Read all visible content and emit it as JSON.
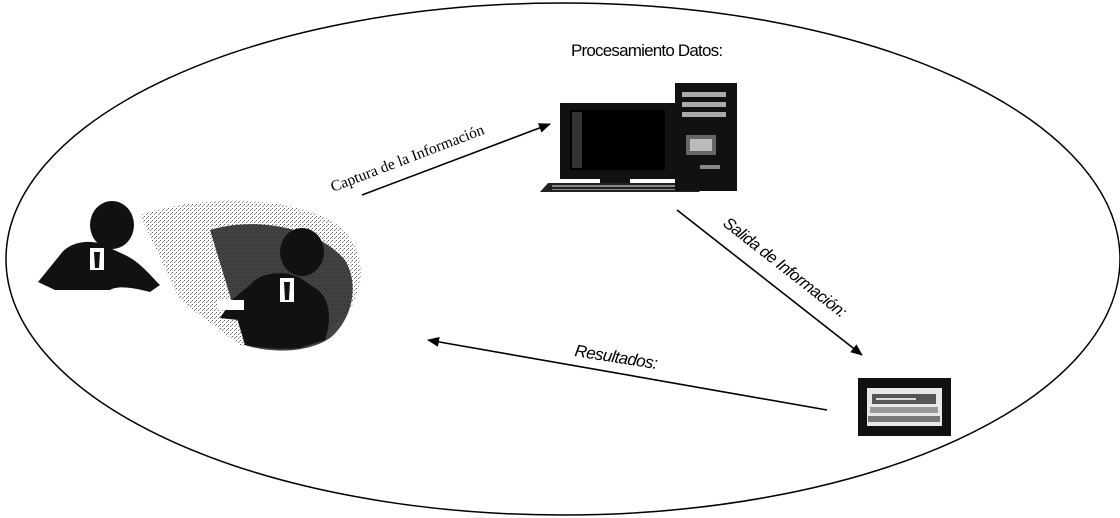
{
  "diagram": {
    "nodes": {
      "processing": {
        "label": "Procesamiento Datos:",
        "icon": "computer-icon"
      },
      "users": {
        "icon": "people-meeting-icon"
      },
      "printer": {
        "icon": "printer-icon"
      }
    },
    "edges": {
      "capture": {
        "label": "Captura de la Información"
      },
      "output": {
        "label": "Salida de Información:"
      },
      "results": {
        "label": "Resultados:"
      }
    }
  },
  "colors": {
    "ink": "#000000",
    "background": "#ffffff"
  }
}
